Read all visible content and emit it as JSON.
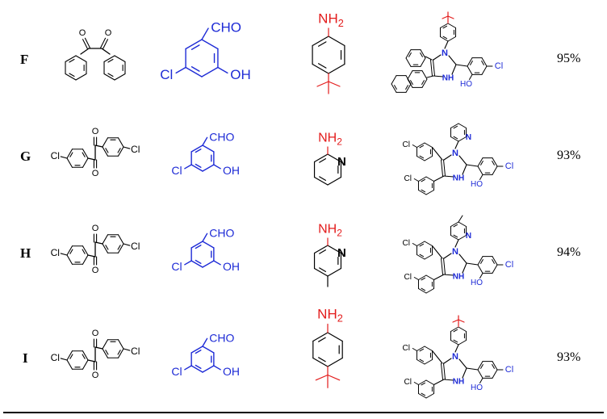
{
  "rows": [
    {
      "id": "F",
      "label": "F",
      "yield": "95%"
    },
    {
      "id": "G",
      "label": "G",
      "yield": "93%"
    },
    {
      "id": "H",
      "label": "H",
      "yield": "94%"
    },
    {
      "id": "I",
      "label": "I",
      "yield": "93%"
    }
  ],
  "atoms": {
    "cl": "Cl",
    "cho": "CHO",
    "oh": "OH",
    "ho": "HO",
    "o": "O",
    "n": "N",
    "nh": "NH",
    "nh2_main": "NH",
    "nh2_sub": "2"
  },
  "colors": {
    "aldehyde": "#1e2bd6",
    "amine": "#e31b1b",
    "ink": "#000000",
    "product_blue": "#1e2bd6"
  }
}
